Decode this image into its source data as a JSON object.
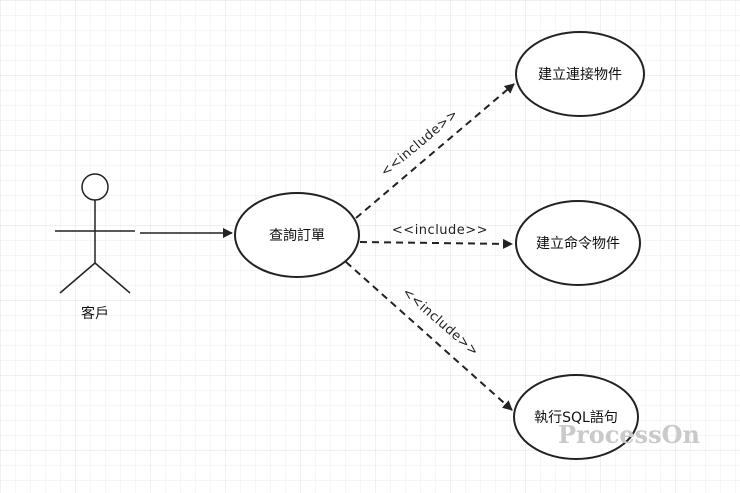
{
  "diagram": {
    "actor": {
      "name": "客戶"
    },
    "use_cases": {
      "query": "查詢訂單",
      "connection": "建立連接物件",
      "command": "建立命令物件",
      "execute": "執行SQL語句"
    },
    "relations": {
      "include_top": "<<include>>",
      "include_middle": "<<include>>",
      "include_bottom": "<<include>>"
    },
    "watermark": "ProcessOn"
  }
}
